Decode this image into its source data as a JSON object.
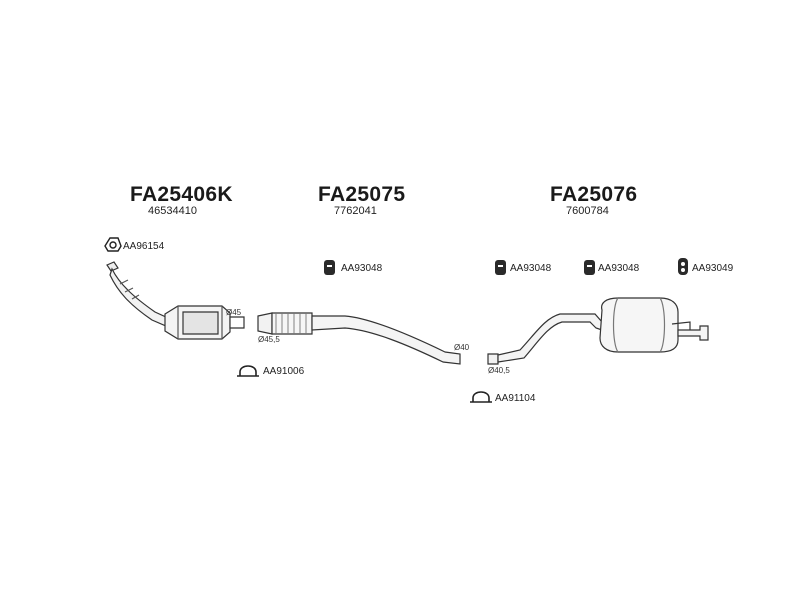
{
  "assemblies": [
    {
      "code": "FA25406K",
      "number": "46534410"
    },
    {
      "code": "FA25075",
      "number": "7762041"
    },
    {
      "code": "FA25076",
      "number": "7600784"
    }
  ],
  "parts": {
    "gasket": "AA96154",
    "clamp1": "AA91006",
    "clamp2": "AA91104",
    "hanger1": "AA93048",
    "hanger2": "AA93048",
    "hanger3": "AA93048",
    "hanger4": "AA93049"
  },
  "dimensions": {
    "d45": "Ø45",
    "d455": "Ø45,5",
    "d40": "Ø40",
    "d405": "Ø40,5"
  }
}
